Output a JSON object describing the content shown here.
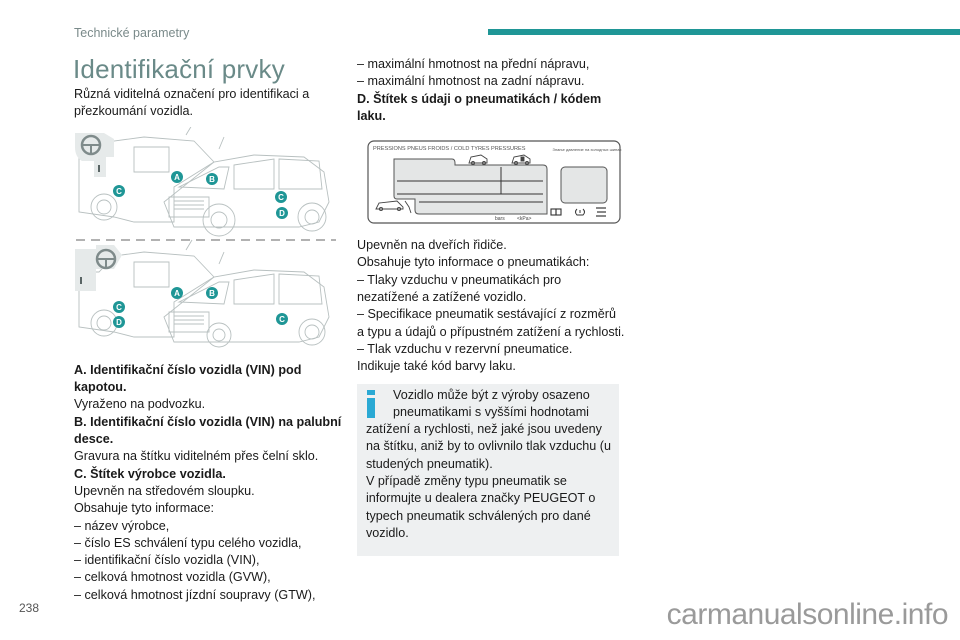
{
  "header": {
    "section_title": "Technické parametry",
    "accent_color": "#1f9696"
  },
  "page_title": "Identifikační prvky",
  "intro": "Různá viditelná označení pro identifikaci a přezkoumání vozidla.",
  "figure_van": {
    "markers_top": [
      "A",
      "B",
      "C",
      "C",
      "D"
    ],
    "markers_bottom": [
      "A",
      "B",
      "C",
      "D",
      "C"
    ],
    "marker_color": "#1f9696"
  },
  "left_items": [
    {
      "type": "heading",
      "text": "A. Identifikační číslo vozidla (VIN) pod kapotou."
    },
    {
      "type": "text",
      "text": "Vyraženo na podvozku."
    },
    {
      "type": "heading",
      "text": "B. Identifikační číslo vozidla (VIN) na palubní desce."
    },
    {
      "type": "text",
      "text": "Gravura na štítku viditelném přes čelní sklo."
    },
    {
      "type": "heading",
      "text": "C. Štítek výrobce vozidla."
    },
    {
      "type": "text",
      "text": "Upevněn na středovém sloupku."
    },
    {
      "type": "text",
      "text": "Obsahuje tyto informace:"
    },
    {
      "type": "text",
      "text": "–  název výrobce,"
    },
    {
      "type": "text",
      "text": "–  číslo ES schválení typu celého vozidla,"
    },
    {
      "type": "text",
      "text": "–  identifikační číslo vozidla (VIN),"
    },
    {
      "type": "text",
      "text": "–  celková hmotnost vozidla (GVW),"
    },
    {
      "type": "text",
      "text": "–  celková hmotnost jízdní soupravy (GTW),"
    }
  ],
  "right_top": [
    {
      "type": "text",
      "text": "–  maximální hmotnost na přední nápravu,"
    },
    {
      "type": "text",
      "text": "–  maximální hmotnost na zadní nápravu."
    },
    {
      "type": "heading",
      "text": "D. Štítek s údaji o pneumatikách / kódem laku."
    }
  ],
  "tyre_label": {
    "title": "PRESSIONS PNEUS FROIDS / COLD TYRES PRESSURES",
    "cyrillic": "Знање давление на холодных шинах",
    "units_bars": "bars",
    "units_kpa": "<kPa>"
  },
  "right_bottom": [
    {
      "type": "text",
      "text": "Upevněn na dveřích řidiče."
    },
    {
      "type": "text",
      "text": "Obsahuje tyto informace o pneumatikách:"
    },
    {
      "type": "text",
      "text": "–  Tlaky vzduchu v pneumatikách pro nezatížené a zatížené vozidlo."
    },
    {
      "type": "text",
      "text": "–  Specifikace pneumatik sestávající z rozměrů a typu a údajů o přípustném zatížení a rychlosti."
    },
    {
      "type": "text",
      "text": "–  Tlak vzduchu v rezervní pneumatice."
    },
    {
      "type": "text",
      "text": "Indikuje také kód barvy laku."
    }
  ],
  "info_box": {
    "line1": "Vozidlo může být z výroby osazeno pneumatikami s vyššími hodnotami",
    "line2": "zatížení a rychlosti, než jaké jsou uvedeny na štítku, aniž by to ovlivnilo tlak vzduchu (u studených pneumatik).",
    "line3": "V případě změny typu pneumatik se informujte u dealera značky PEUGEOT o typech pneumatik schválených pro dané vozidlo.",
    "icon_color": "#2aa9d4"
  },
  "footer": {
    "page_number": "238",
    "watermark": "carmanualsonline.info"
  }
}
